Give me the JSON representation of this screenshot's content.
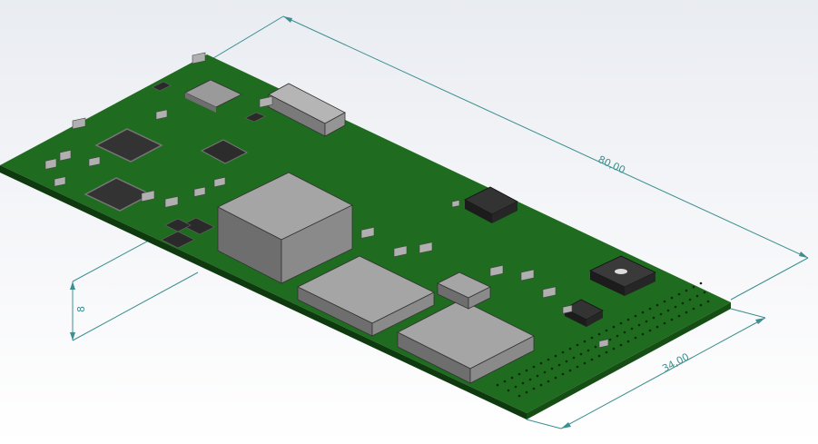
{
  "view": {
    "background_top": "#e9ecf1",
    "background_bottom": "#ffffff"
  },
  "board": {
    "pcb_color": "#1f6b1f",
    "pcb_edge": "#0f3a0f",
    "component_gray": "#8a8a8a",
    "ic_black": "#202020"
  },
  "dimensions": {
    "color": "#3b8f8f",
    "length_label": "80,00",
    "width_label": "34,00",
    "height_label": "8"
  }
}
